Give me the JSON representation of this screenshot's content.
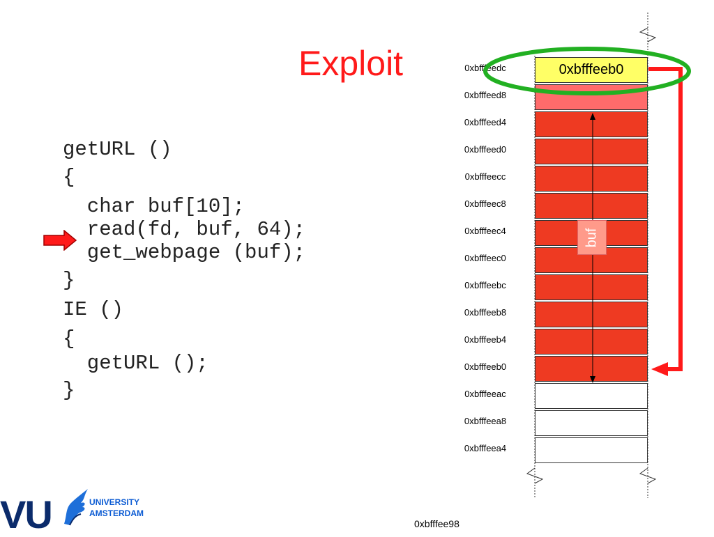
{
  "slide": {
    "title": "Exploit",
    "code_lines": [
      "getURL ()",
      "{",
      "  char buf[10];",
      "  read(fd, buf, 64);",
      "  get_webpage (buf);",
      "}",
      "IE ()",
      "{",
      "  getURL ();",
      "}"
    ],
    "return_address_value": "0xbfffeeb0",
    "buf_label": "buf",
    "bottom_address": "0xbfffee98"
  },
  "stack": {
    "addresses": [
      "0xbfffeedc",
      "0xbfffeed8",
      "0xbfffeed4",
      "0xbfffeed0",
      "0xbfffeecc",
      "0xbfffeec8",
      "0xbfffeec4",
      "0xbfffeec0",
      "0xbfffeebc",
      "0xbfffeeb8",
      "0xbfffeeb4",
      "0xbfffeeb0",
      "0xbfffeeac",
      "0xbfffeea8",
      "0xbfffeea4"
    ],
    "cell_types": [
      "ret",
      "pink",
      "red",
      "red",
      "red",
      "red",
      "red",
      "red",
      "red",
      "red",
      "red",
      "red",
      "white",
      "white",
      "white"
    ]
  },
  "logo": {
    "mark": "VU",
    "line1": "UNIVERSITY",
    "line2": "AMSTERDAM"
  },
  "colors": {
    "title": "#ff1a1a",
    "overflow": "#ee3a22",
    "ret_highlight": "#ffff66",
    "ellipse": "#22b022",
    "arrow": "#ff1a1a",
    "logo_blue": "#0b2b6b"
  },
  "icons": [
    "arrow-right-icon",
    "vu-griffin-icon"
  ]
}
